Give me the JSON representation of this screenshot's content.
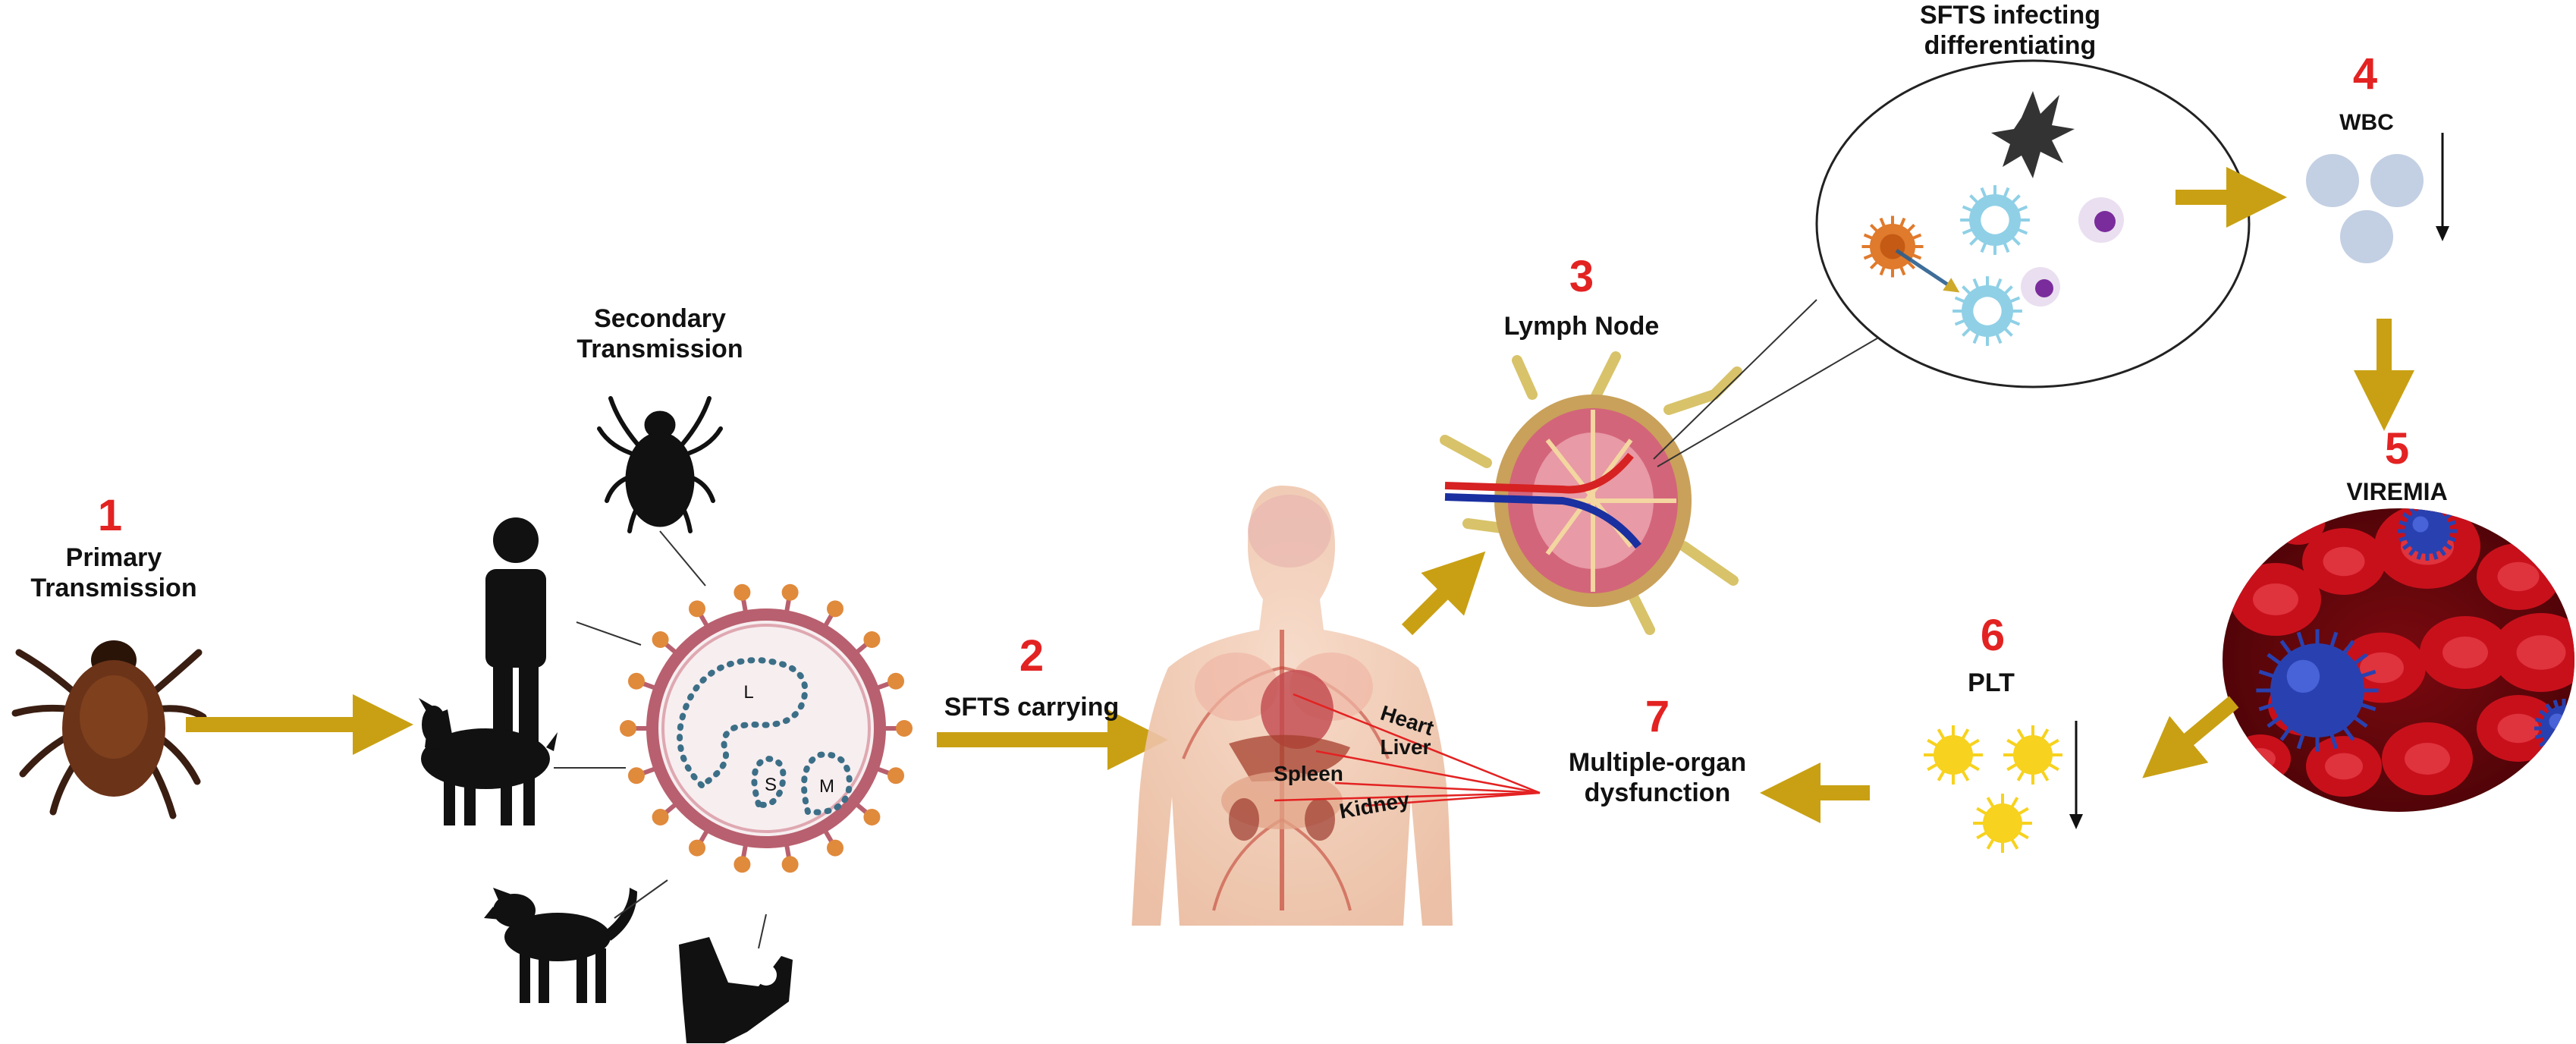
{
  "colors": {
    "arrow": "#c9a013",
    "step_number": "#e32222",
    "virus_ring": "#b8606f",
    "virus_inner": "#f7eef0",
    "rna_strand": "#3c6f87",
    "blood_red": "#c8101b",
    "virus_blue": "#2941b0",
    "platelet": "#f7d21e",
    "wbc": "#c3d0e3",
    "lymph_node": "#d3657a"
  },
  "steps": [
    {
      "number": "1",
      "label_line1": "Primary",
      "label_line2": "Transmission"
    },
    {
      "number": "2",
      "label": "SFTS carrying"
    },
    {
      "number": "3",
      "label": "Lymph  Node"
    },
    {
      "number": "4",
      "label": "WBC"
    },
    {
      "number": "5",
      "label": "VIREMIA"
    },
    {
      "number": "6",
      "label": "PLT"
    },
    {
      "number": "7",
      "label_line1": "Multiple-organ",
      "label_line2": "dysfunction"
    }
  ],
  "secondary": {
    "line1": "Secondary",
    "line2": "Transmission"
  },
  "inset": {
    "line1": "SFTS infecting",
    "line2": "differentiating"
  },
  "segments": {
    "large": "L",
    "small": "S",
    "medium": "M"
  },
  "organs": [
    "Heart",
    "Liver",
    "Spleen",
    "Kidney"
  ],
  "icons": [
    "tick-icon",
    "human-icon",
    "goat-icon",
    "dog-icon",
    "rodent-icon",
    "virion-icon",
    "body-icon",
    "lymph-node-icon",
    "cell-inset-icon",
    "white-blood-cell-icon",
    "blood-vessel-icon",
    "platelet-icon",
    "arrow-icon",
    "down-arrow-icon"
  ]
}
